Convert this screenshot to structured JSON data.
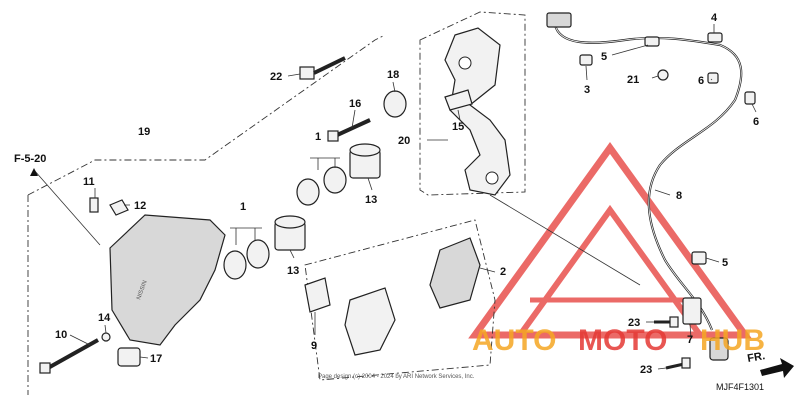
{
  "section_ref": "F-5-20",
  "diagram_code": "MJF4F1301",
  "direction_label": "FR.",
  "copyright": "Page design (c) 2004 - 2024 by ARI Network Services, Inc.",
  "watermark": {
    "auto": "AUTO",
    "moto": "MOTO",
    "hub": "HUB",
    "color_primary": "#f5a623",
    "color_secondary": "#e53935"
  },
  "callouts": [
    {
      "id": "c22",
      "number": "22"
    },
    {
      "id": "c18",
      "number": "18"
    },
    {
      "id": "c16",
      "number": "16"
    },
    {
      "id": "c1a",
      "number": "1"
    },
    {
      "id": "c13a",
      "number": "13"
    },
    {
      "id": "c19",
      "number": "19"
    },
    {
      "id": "c20",
      "number": "20"
    },
    {
      "id": "c15",
      "number": "15"
    },
    {
      "id": "c11",
      "number": "11"
    },
    {
      "id": "c12",
      "number": "12"
    },
    {
      "id": "c1b",
      "number": "1"
    },
    {
      "id": "c13b",
      "number": "13"
    },
    {
      "id": "c2",
      "number": "2"
    },
    {
      "id": "c10",
      "number": "10"
    },
    {
      "id": "c14",
      "number": "14"
    },
    {
      "id": "c17",
      "number": "17"
    },
    {
      "id": "c9",
      "number": "9"
    },
    {
      "id": "c4",
      "number": "4"
    },
    {
      "id": "c5a",
      "number": "5"
    },
    {
      "id": "c21",
      "number": "21"
    },
    {
      "id": "c6a",
      "number": "6"
    },
    {
      "id": "c3",
      "number": "3"
    },
    {
      "id": "c6b",
      "number": "6"
    },
    {
      "id": "c8",
      "number": "8"
    },
    {
      "id": "c5b",
      "number": "5"
    },
    {
      "id": "c7",
      "number": "7"
    },
    {
      "id": "c23a",
      "number": "23"
    },
    {
      "id": "c23b",
      "number": "23"
    }
  ]
}
